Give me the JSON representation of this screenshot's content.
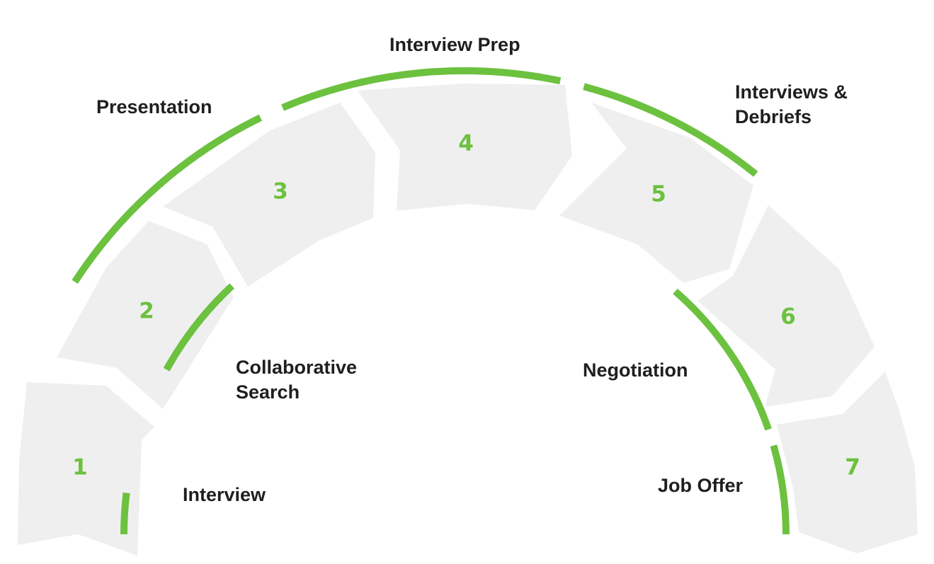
{
  "colors": {
    "segment_fill": "#efefef",
    "accent": "#6cc13f",
    "label_text": "#1f1f1f",
    "background": "#ffffff"
  },
  "segments": [
    {
      "number": "1"
    },
    {
      "number": "2"
    },
    {
      "number": "3"
    },
    {
      "number": "4"
    },
    {
      "number": "5"
    },
    {
      "number": "6"
    },
    {
      "number": "7"
    }
  ],
  "labels": [
    {
      "lines": [
        "Interview"
      ]
    },
    {
      "lines": [
        "Collaborative",
        "Search"
      ]
    },
    {
      "lines": [
        "Presentation"
      ]
    },
    {
      "lines": [
        "Interview Prep"
      ]
    },
    {
      "lines": [
        "Interviews &",
        "Debriefs"
      ]
    },
    {
      "lines": [
        "Negotiation"
      ]
    },
    {
      "lines": [
        "Job Offer"
      ]
    }
  ]
}
